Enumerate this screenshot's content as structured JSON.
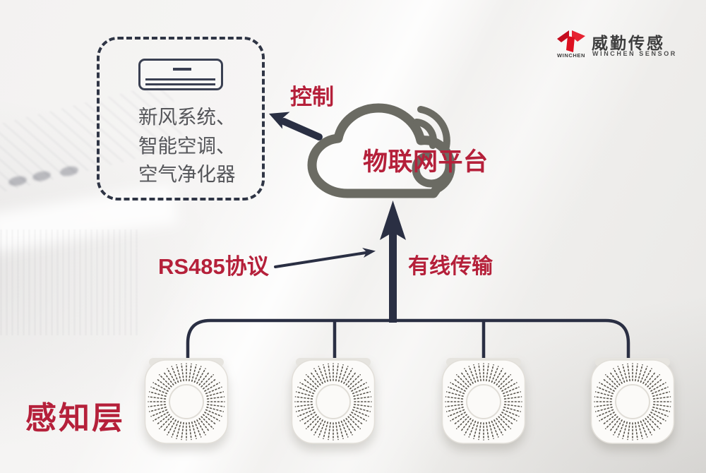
{
  "brand": {
    "logo_text": "WINCHEN",
    "name_cn": "威勤传感",
    "name_en": "WINCHEN SENSOR"
  },
  "devices_box": {
    "lines": [
      "新风系统、",
      "智能空调、",
      "空气净化器"
    ]
  },
  "cloud": {
    "label": "物联网平台"
  },
  "annotations": {
    "control": "控制",
    "protocol": "RS485协议",
    "wired": "有线传输",
    "layer": "感知层"
  },
  "sensors": {
    "count": 4
  },
  "colors": {
    "accent_red": "#b5203a",
    "logo_red": "#dd0f1f",
    "line_navy": "#2a2f43",
    "cloud_gray": "#6b6b63"
  }
}
